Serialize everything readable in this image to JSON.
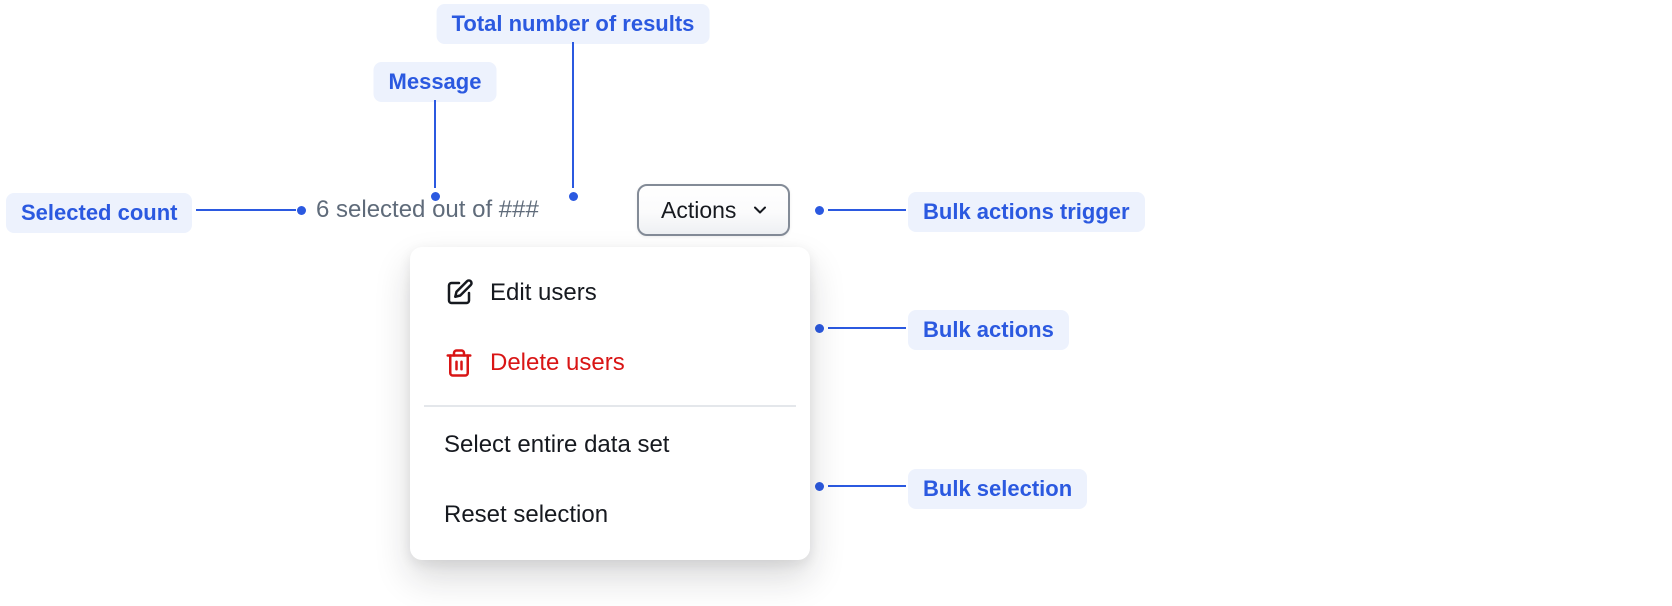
{
  "annotations": {
    "selected_count": "Selected count",
    "message": "Message",
    "total_results": "Total number of results",
    "bulk_actions_trigger": "Bulk actions trigger",
    "bulk_actions": "Bulk actions",
    "bulk_selection": "Bulk selection"
  },
  "component": {
    "selection_message": "6 selected out of ###",
    "actions_button_label": "Actions",
    "actions_button_icon": "chevron-down-icon"
  },
  "menu": {
    "items": [
      {
        "label": "Edit users",
        "icon": "edit-icon",
        "destructive": false
      },
      {
        "label": "Delete users",
        "icon": "trash-icon",
        "destructive": true
      },
      {
        "label": "Select entire data set",
        "icon": null,
        "destructive": false
      },
      {
        "label": "Reset selection",
        "icon": null,
        "destructive": false
      }
    ]
  },
  "colors": {
    "annotation_blue": "#2b59e0",
    "annotation_bg": "#edf2fd",
    "destructive_red": "#d91515",
    "muted_text": "#5f6b7a",
    "text_dark": "#16191f"
  }
}
